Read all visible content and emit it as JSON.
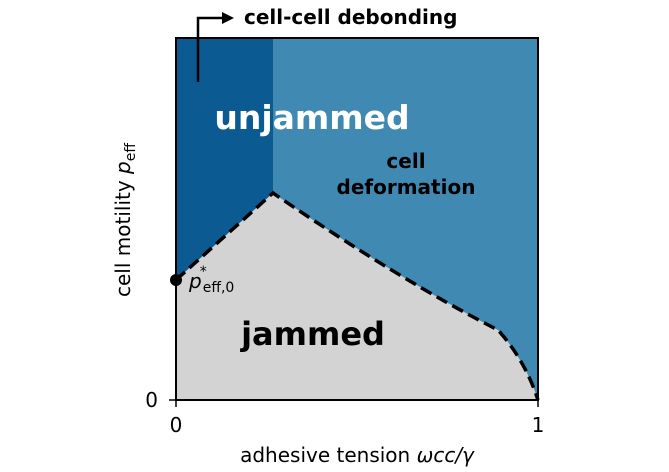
{
  "colors": {
    "unjammed_dark": "#0b5a92",
    "unjammed_light": "#3f89b2",
    "jammed": "#d3d3d3",
    "boundary": "#000000",
    "unjammed_text": "#ffffff",
    "text": "#000000"
  },
  "diagram": {
    "regions": {
      "unjammed": "unjammed",
      "cell_deformation_line1": "cell",
      "cell_deformation_line2": "deformation",
      "jammed": "jammed"
    },
    "annotation": {
      "debonding": "cell-cell debonding",
      "icon": "bent-arrow-icon"
    },
    "marker": {
      "label_base": "p",
      "label_sup": "*",
      "label_sub": "eff,0"
    },
    "axes": {
      "x": {
        "label": "adhesive tension ",
        "label_math": "ωcc/γ",
        "tick_min": "0",
        "tick_max": "1"
      },
      "y": {
        "label": "cell motility ",
        "label_base": "p",
        "label_sub": "eff",
        "tick_min": "0"
      }
    }
  }
}
